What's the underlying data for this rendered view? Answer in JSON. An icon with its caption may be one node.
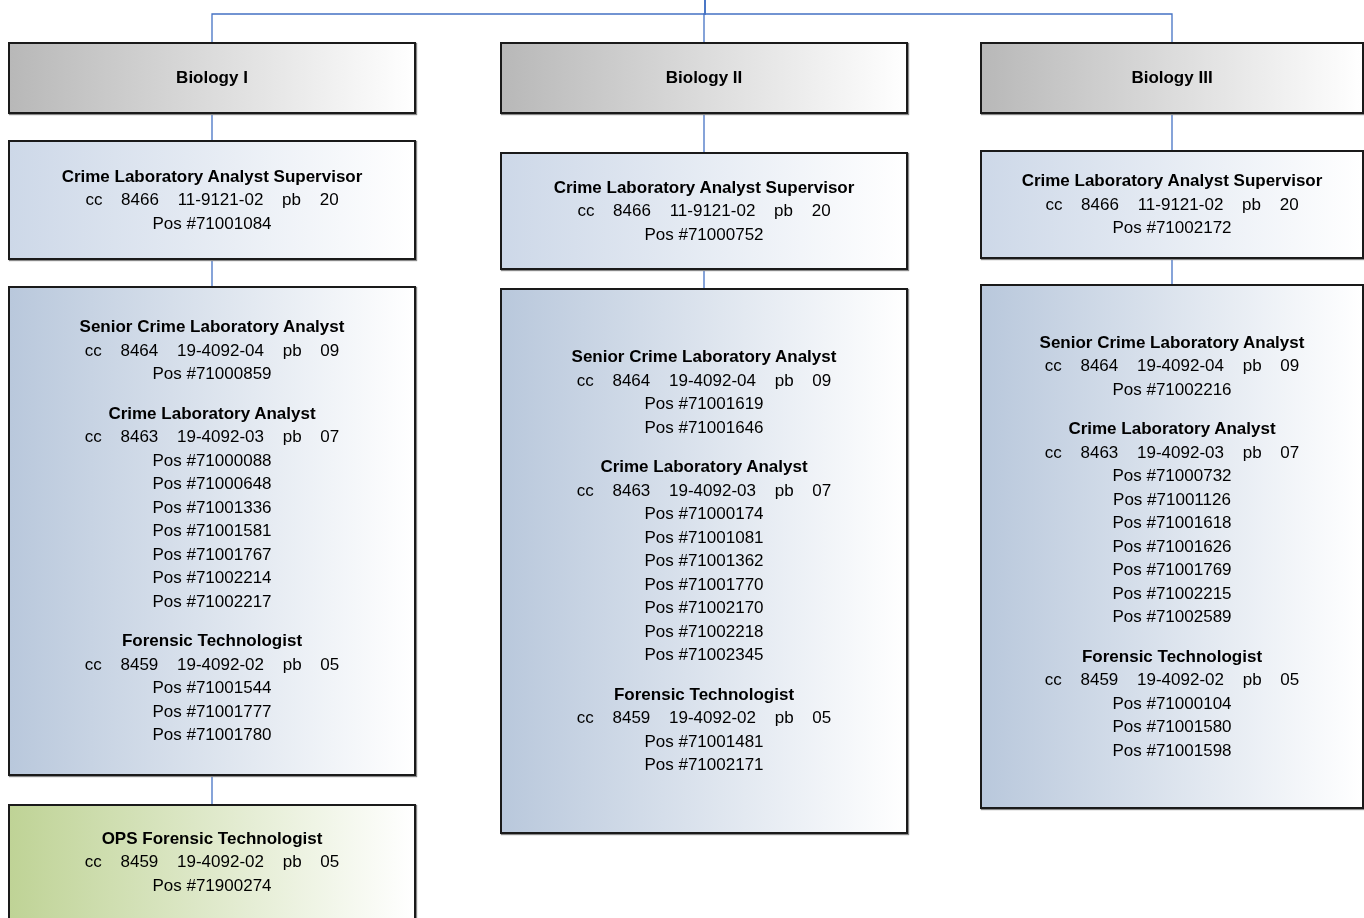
{
  "diagram": {
    "nodes": [
      {
        "text": [
          "Biology I"
        ]
      },
      {
        "text": [
          "Biology II"
        ]
      },
      {
        "text": [
          "Biology III"
        ]
      },
      {
        "text": [
          "**Crime Laboratory Analyst Supervisor** cc 8466 11-9121-02 pb 20",
          "Pos #71001084"
        ]
      },
      {
        "text": [
          "**Crime Laboratory Analyst Supervisor** cc 8466 11-9121-02 pb 20",
          "Pos #71000752"
        ]
      },
      {
        "text": [
          "**Crime Laboratory Analyst Supervisor** cc 8466 11-9121-02 pb 20",
          "Pos #71002172"
        ]
      },
      {
        "text": [
          "**Senior Crime Laboratory Analyst** cc 8464 19-4092-04 pb 09",
          "Pos #71000859",
          "**Crime Laboratory Analyst** cc 8463 19-4092-03 pb 07",
          "Pos #71000088",
          "Pos #71000648",
          "Pos #71001336",
          "Pos #71001581",
          "Pos #71001767",
          "Pos #71002214",
          "Pos #71002217",
          "**Forensic Technologist** cc 8459 19-4092-02 pb 05",
          "Pos #71001544",
          "Pos #71001777",
          "Pos #71001780"
        ]
      },
      {
        "text": [
          "**Senior Crime Laboratory Analyst** cc 8464 19-4092-04 pb 09",
          "Pos #71001619",
          "Pos #71001646",
          "**Crime Laboratory Analyst** cc 8463 19-4092-03 pb 07",
          "Pos #71000174",
          "Pos #71001081",
          "Pos #71001362",
          "Pos #71001770",
          "Pos #71002170",
          "Pos #71002218",
          "Pos #71002345",
          "**Forensic Technologist** cc 8459 19-4092-02 pb 05",
          "Pos #71001481",
          "Pos #71002171"
        ]
      },
      {
        "text": [
          "**Senior Crime Laboratory Analyst** cc 8464 19-4092-04 pb 09",
          "Pos #71002216",
          "**Crime Laboratory Analyst** cc 8463 19-4092-03 pb 07",
          "Pos #71000732",
          "Pos #71001126",
          "Pos #71001618",
          "Pos #71001626",
          "Pos #71001769",
          "Pos #71002215",
          "Pos #71002589",
          "**Forensic Technologist** cc 8459 19-4092-02 pb 05",
          "Pos #71000104",
          "Pos #71001580",
          "Pos #71001598"
        ]
      },
      {
        "text": [
          "**OPS Forensic Technologist** cc 8459 19-4092-02 pb 05",
          "Pos #71900274"
        ]
      }
    ],
    "edges": [
      {
        "from": null,
        "to": 0,
        "arrow": "none"
      },
      {
        "from": null,
        "to": 1,
        "arrow": "none"
      },
      {
        "from": null,
        "to": 2,
        "arrow": "none"
      },
      {
        "from": 0,
        "to": 3,
        "arrow": "none"
      },
      {
        "from": 1,
        "to": 4,
        "arrow": "none"
      },
      {
        "from": 2,
        "to": 5,
        "arrow": "none"
      },
      {
        "from": 3,
        "to": 6,
        "arrow": "none"
      },
      {
        "from": 4,
        "to": 7,
        "arrow": "none"
      },
      {
        "from": 5,
        "to": 8,
        "arrow": "none"
      },
      {
        "from": 6,
        "to": 9,
        "arrow": "none"
      }
    ]
  }
}
